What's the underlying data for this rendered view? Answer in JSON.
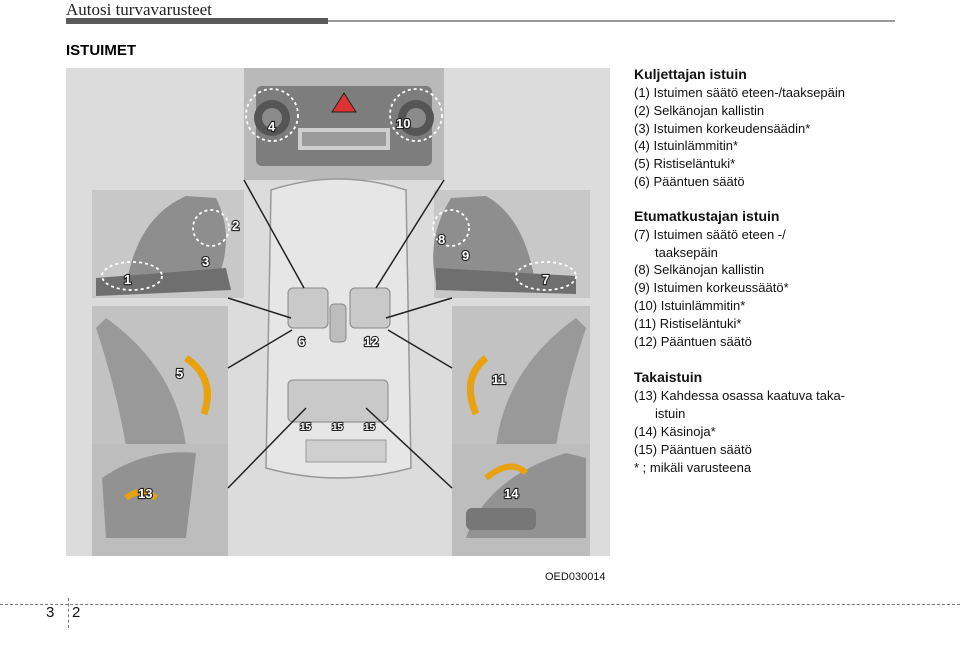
{
  "header": {
    "title": "Autosi turvavarusteet"
  },
  "section_title": "ISTUIMET",
  "figure": {
    "code": "OED030014",
    "callouts": [
      "1",
      "2",
      "3",
      "4",
      "5",
      "6",
      "7",
      "8",
      "9",
      "10",
      "11",
      "12",
      "13",
      "14",
      "15"
    ]
  },
  "driver": {
    "heading": "Kuljettajan istuin",
    "items": [
      "(1) Istuimen säätö eteen-/taaksepäin",
      "(2) Selkänojan kallistin",
      "(3) Istuimen korkeudensäädin*",
      "(4) Istuinlämmitin*",
      "(5) Ristiseläntuki*",
      "(6) Pääntuen säätö"
    ]
  },
  "passenger": {
    "heading": "Etumatkustajan istuin",
    "items": [
      "(7) Istuimen säätö eteen -/",
      "taaksepäin",
      "(8) Selkänojan kallistin",
      "(9) Istuimen korkeussäätö*",
      "(10) Istuinlämmitin*",
      "(11) Ristiseläntuki*",
      "(12) Pääntuen säätö"
    ]
  },
  "rear": {
    "heading": "Takaistuin",
    "items": [
      "(13) Kahdessa osassa kaatuva taka-",
      "istuin",
      "(14) Käsinoja*",
      "(15) Pääntuen säätö",
      "* ; mikäli varusteena"
    ]
  },
  "footer": {
    "chapter": "3",
    "page": "2"
  }
}
